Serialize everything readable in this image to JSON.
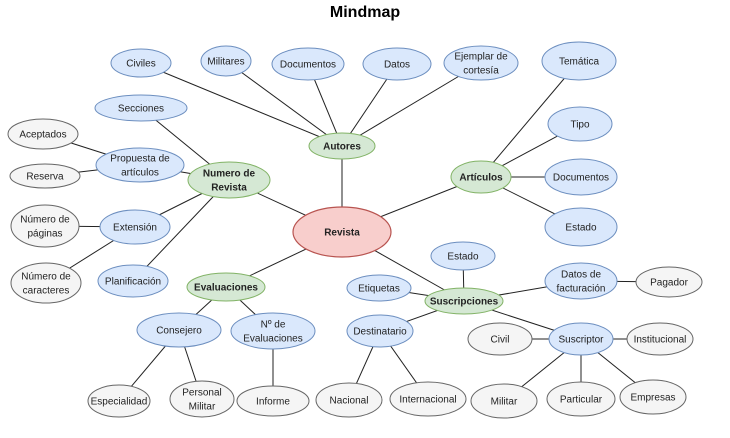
{
  "title": "Mindmap",
  "colors": {
    "center_fill": "#f8cecc",
    "center_stroke": "#b85450",
    "main_fill": "#d5e8d4",
    "main_stroke": "#82b366",
    "blue_fill": "#dae8fc",
    "blue_stroke": "#6c8ebf",
    "grey_fill": "#f5f5f5",
    "grey_stroke": "#666666"
  },
  "nodes": [
    {
      "id": "revista",
      "lines": [
        "Revista"
      ],
      "style": "center"
    },
    {
      "id": "autores",
      "lines": [
        "Autores"
      ],
      "style": "main"
    },
    {
      "id": "articulos",
      "lines": [
        "Artículos"
      ],
      "style": "main"
    },
    {
      "id": "numero",
      "lines": [
        "Numero de",
        "Revista"
      ],
      "style": "main"
    },
    {
      "id": "evaluaciones",
      "lines": [
        "Evaluaciones"
      ],
      "style": "main"
    },
    {
      "id": "suscripciones",
      "lines": [
        "Suscripciones"
      ],
      "style": "main"
    },
    {
      "id": "civiles",
      "lines": [
        "Civiles"
      ],
      "style": "blue"
    },
    {
      "id": "militares",
      "lines": [
        "Militares"
      ],
      "style": "blue"
    },
    {
      "id": "documentos-a",
      "lines": [
        "Documentos"
      ],
      "style": "blue"
    },
    {
      "id": "datos",
      "lines": [
        "Datos"
      ],
      "style": "blue"
    },
    {
      "id": "ejemplar",
      "lines": [
        "Ejemplar de",
        "cortesía"
      ],
      "style": "blue"
    },
    {
      "id": "tematica",
      "lines": [
        "Temática"
      ],
      "style": "blue"
    },
    {
      "id": "tipo",
      "lines": [
        "Tipo"
      ],
      "style": "blue"
    },
    {
      "id": "documentos-b",
      "lines": [
        "Documentos"
      ],
      "style": "blue"
    },
    {
      "id": "estado-art",
      "lines": [
        "Estado"
      ],
      "style": "blue"
    },
    {
      "id": "secciones",
      "lines": [
        "Secciones"
      ],
      "style": "blue"
    },
    {
      "id": "propuesta",
      "lines": [
        "Propuesta de",
        "artículos"
      ],
      "style": "blue"
    },
    {
      "id": "extension",
      "lines": [
        "Extensión"
      ],
      "style": "blue"
    },
    {
      "id": "planificacion",
      "lines": [
        "Planificación"
      ],
      "style": "blue"
    },
    {
      "id": "aceptados",
      "lines": [
        "Aceptados"
      ],
      "style": "grey"
    },
    {
      "id": "reserva",
      "lines": [
        "Reserva"
      ],
      "style": "grey"
    },
    {
      "id": "num-paginas",
      "lines": [
        "Número de",
        "páginas"
      ],
      "style": "grey"
    },
    {
      "id": "num-caracteres",
      "lines": [
        "Número de",
        "caracteres"
      ],
      "style": "grey"
    },
    {
      "id": "consejero",
      "lines": [
        "Consejero"
      ],
      "style": "blue"
    },
    {
      "id": "n-evaluaciones",
      "lines": [
        "Nº de",
        "Evaluaciones"
      ],
      "style": "blue"
    },
    {
      "id": "especialidad",
      "lines": [
        "Especialidad"
      ],
      "style": "grey"
    },
    {
      "id": "personal-militar",
      "lines": [
        "Personal",
        "Militar"
      ],
      "style": "grey"
    },
    {
      "id": "informe",
      "lines": [
        "Informe"
      ],
      "style": "grey"
    },
    {
      "id": "estado-sus",
      "lines": [
        "Estado"
      ],
      "style": "blue"
    },
    {
      "id": "etiquetas",
      "lines": [
        "Etiquetas"
      ],
      "style": "blue"
    },
    {
      "id": "datos-fact",
      "lines": [
        "Datos de",
        "facturación"
      ],
      "style": "blue"
    },
    {
      "id": "pagador",
      "lines": [
        "Pagador"
      ],
      "style": "grey"
    },
    {
      "id": "destinatario",
      "lines": [
        "Destinatario"
      ],
      "style": "blue"
    },
    {
      "id": "suscriptor",
      "lines": [
        "Suscriptor"
      ],
      "style": "blue"
    },
    {
      "id": "nacional",
      "lines": [
        "Nacional"
      ],
      "style": "grey"
    },
    {
      "id": "internacional",
      "lines": [
        "Internacional"
      ],
      "style": "grey"
    },
    {
      "id": "civil",
      "lines": [
        "Civil"
      ],
      "style": "grey"
    },
    {
      "id": "institucional",
      "lines": [
        "Institucional"
      ],
      "style": "grey"
    },
    {
      "id": "militar",
      "lines": [
        "Militar"
      ],
      "style": "grey"
    },
    {
      "id": "particular",
      "lines": [
        "Particular"
      ],
      "style": "grey"
    },
    {
      "id": "empresas",
      "lines": [
        "Empresas"
      ],
      "style": "grey"
    }
  ],
  "edges": [
    [
      "revista",
      "autores"
    ],
    [
      "revista",
      "articulos"
    ],
    [
      "revista",
      "numero"
    ],
    [
      "revista",
      "evaluaciones"
    ],
    [
      "revista",
      "suscripciones"
    ],
    [
      "autores",
      "civiles"
    ],
    [
      "autores",
      "militares"
    ],
    [
      "autores",
      "documentos-a"
    ],
    [
      "autores",
      "datos"
    ],
    [
      "autores",
      "ejemplar"
    ],
    [
      "articulos",
      "tematica"
    ],
    [
      "articulos",
      "tipo"
    ],
    [
      "articulos",
      "documentos-b"
    ],
    [
      "articulos",
      "estado-art"
    ],
    [
      "numero",
      "secciones"
    ],
    [
      "numero",
      "propuesta"
    ],
    [
      "numero",
      "extension"
    ],
    [
      "numero",
      "planificacion"
    ],
    [
      "propuesta",
      "aceptados"
    ],
    [
      "propuesta",
      "reserva"
    ],
    [
      "extension",
      "num-paginas"
    ],
    [
      "extension",
      "num-caracteres"
    ],
    [
      "evaluaciones",
      "consejero"
    ],
    [
      "evaluaciones",
      "n-evaluaciones"
    ],
    [
      "consejero",
      "especialidad"
    ],
    [
      "consejero",
      "personal-militar"
    ],
    [
      "n-evaluaciones",
      "informe"
    ],
    [
      "suscripciones",
      "estado-sus"
    ],
    [
      "suscripciones",
      "etiquetas"
    ],
    [
      "suscripciones",
      "datos-fact"
    ],
    [
      "suscripciones",
      "destinatario"
    ],
    [
      "suscripciones",
      "suscriptor"
    ],
    [
      "datos-fact",
      "pagador"
    ],
    [
      "destinatario",
      "nacional"
    ],
    [
      "destinatario",
      "internacional"
    ],
    [
      "suscriptor",
      "civil"
    ],
    [
      "suscriptor",
      "institucional"
    ],
    [
      "suscriptor",
      "militar"
    ],
    [
      "suscriptor",
      "particular"
    ],
    [
      "suscriptor",
      "empresas"
    ]
  ]
}
